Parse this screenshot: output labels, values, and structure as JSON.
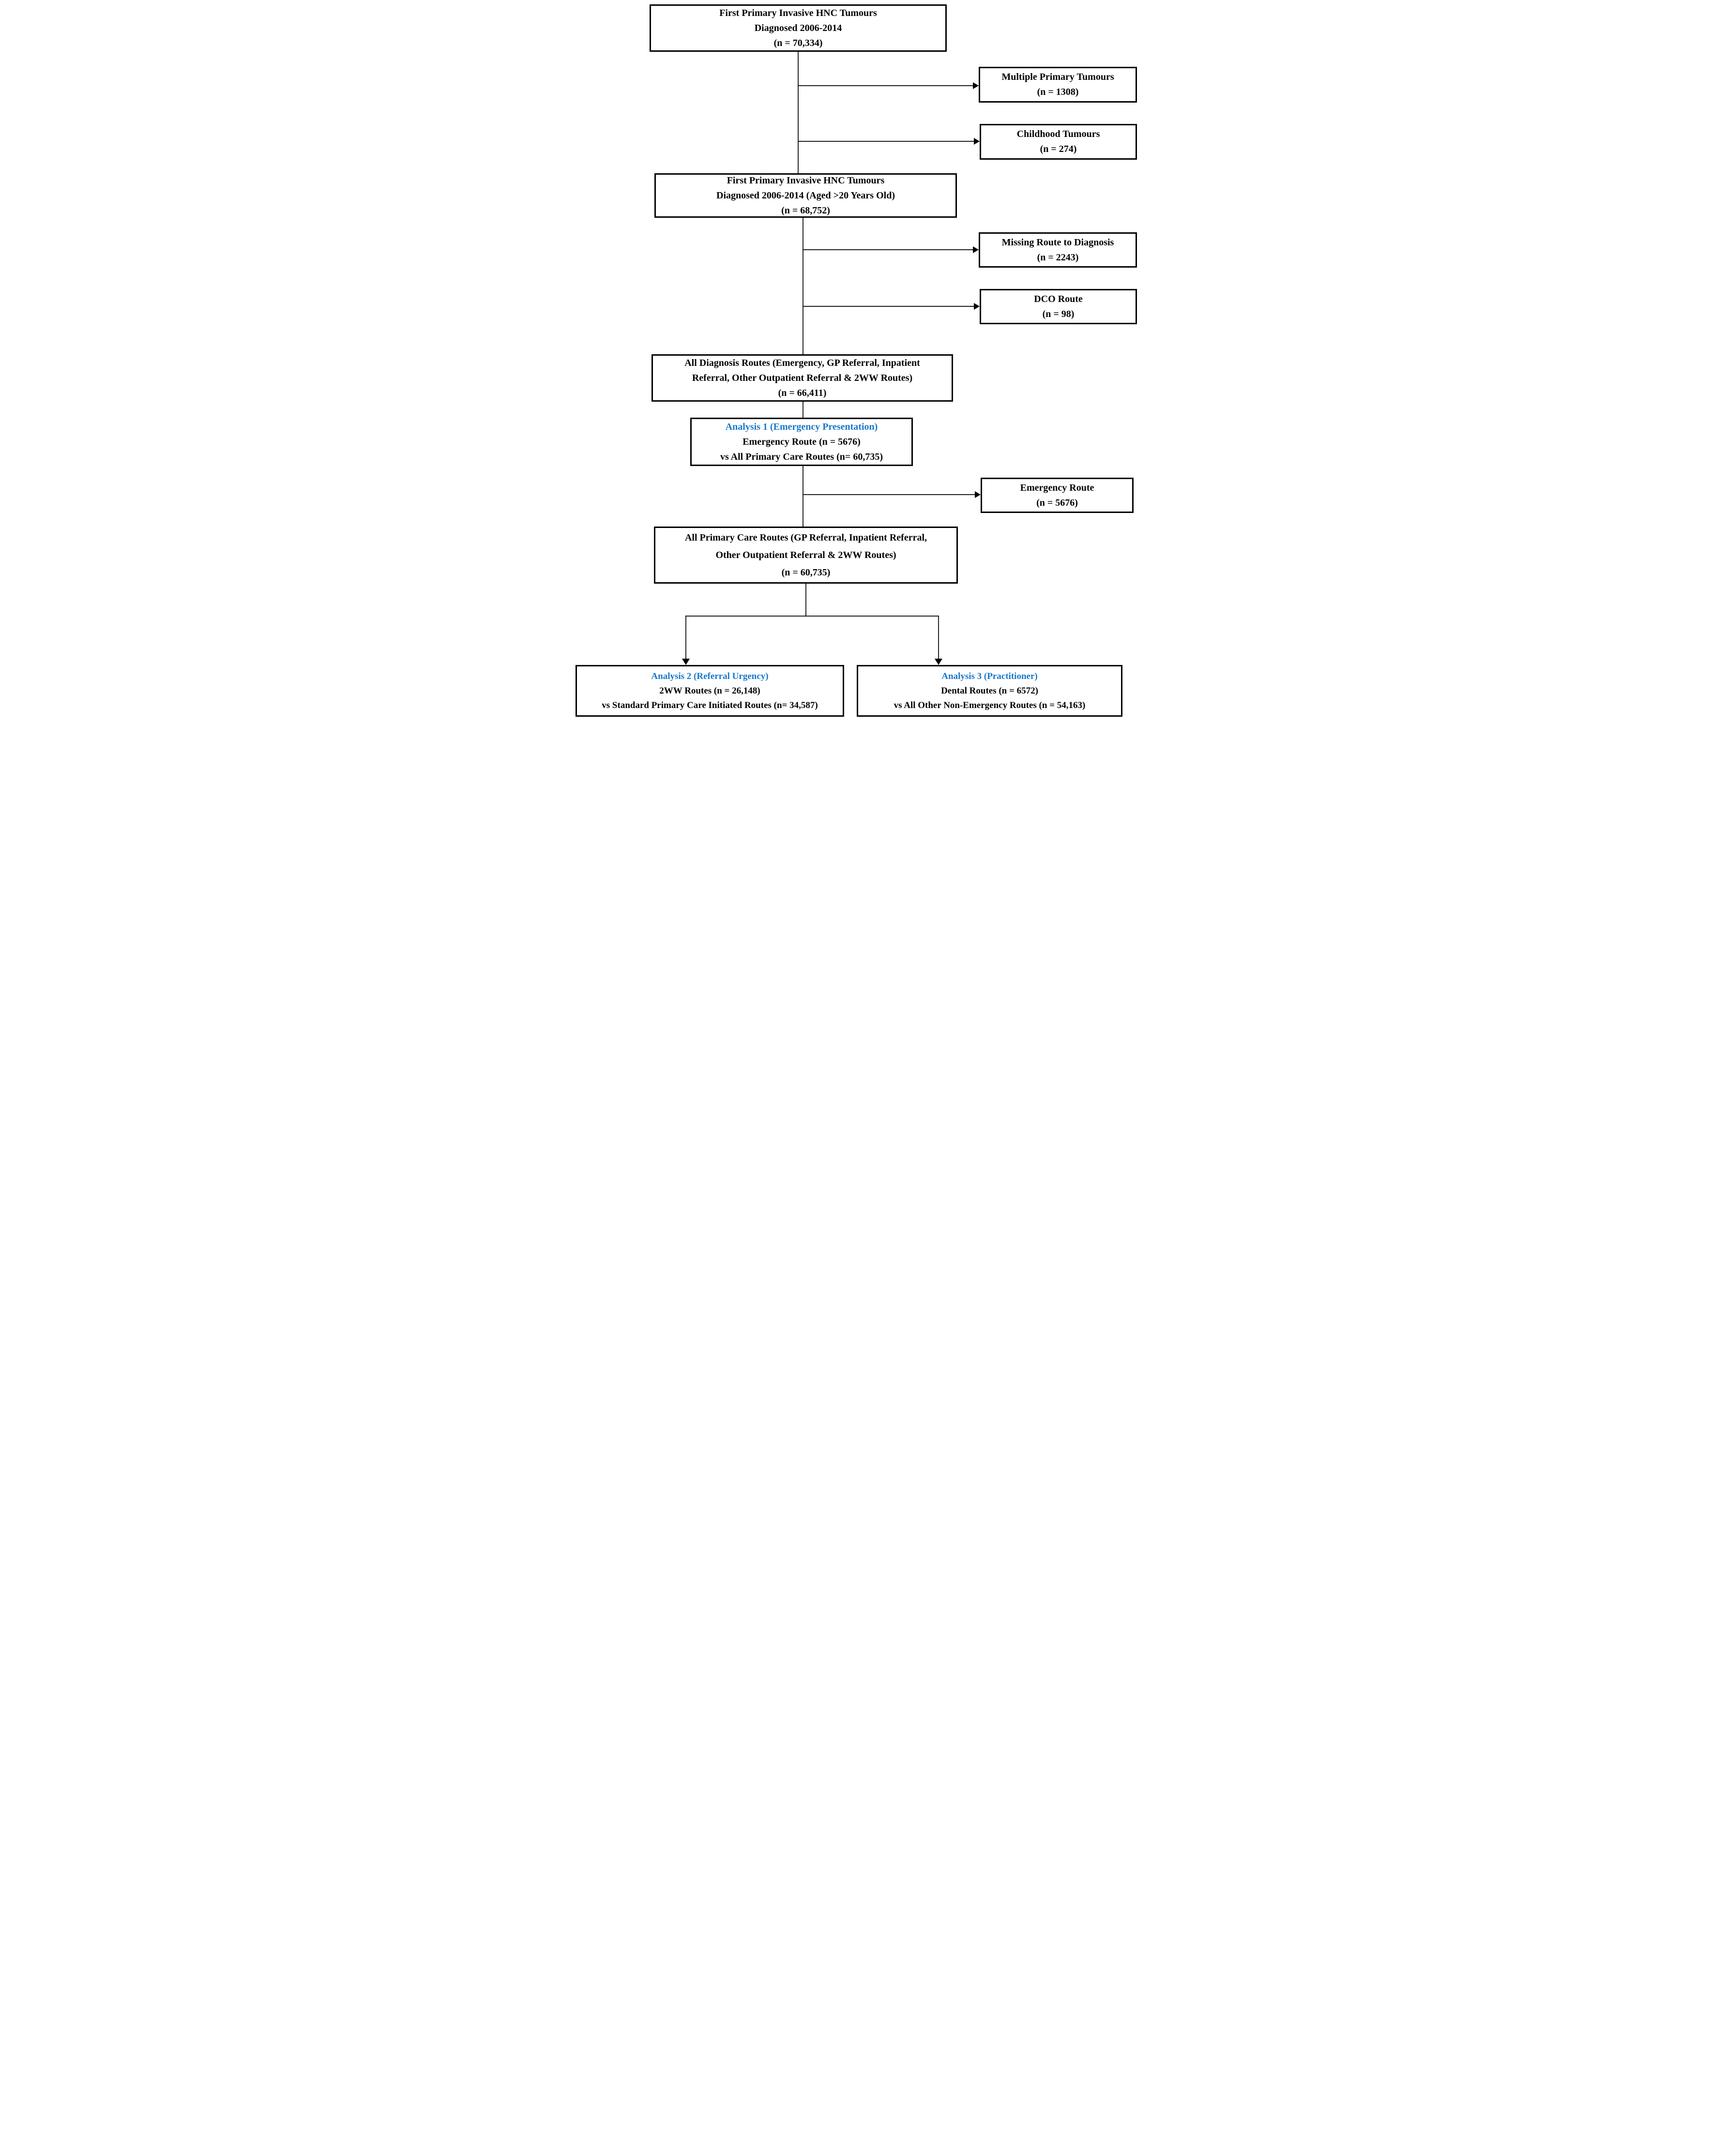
{
  "colors": {
    "accent": "#1777C8",
    "line": "#000000",
    "background": "#FFFFFF"
  },
  "boxes": {
    "first_primary": {
      "lines": [
        "First Primary Invasive HNC Tumours",
        "Diagnosed 2006-2014",
        "(n = 70,334)"
      ]
    },
    "multiple_primary": {
      "lines": [
        "Multiple Primary Tumours",
        "(n = 1308)"
      ]
    },
    "childhood": {
      "lines": [
        "Childhood Tumours",
        "(n = 274)"
      ]
    },
    "first_primary_aged": {
      "lines": [
        "First Primary Invasive HNC Tumours",
        "Diagnosed 2006-2014 (Aged >20 Years Old)",
        "(n = 68,752)"
      ]
    },
    "missing_route": {
      "lines": [
        "Missing Route to Diagnosis",
        "(n = 2243)"
      ]
    },
    "dco_route": {
      "lines": [
        "DCO Route",
        "(n = 98)"
      ]
    },
    "all_diagnosis_routes": {
      "lines": [
        "All Diagnosis Routes (Emergency, GP Referral, Inpatient",
        "Referral, Other Outpatient Referral & 2WW Routes)",
        "(n = 66,411)"
      ]
    },
    "analysis1": {
      "title": "Analysis 1 (Emergency Presentation)",
      "lines": [
        "Emergency Route (n = 5676)",
        "vs All Primary Care Routes (n= 60,735)"
      ]
    },
    "emergency_route": {
      "lines": [
        "Emergency Route",
        "(n = 5676)"
      ]
    },
    "all_primary_care_routes": {
      "lines": [
        "All Primary Care Routes (GP Referral, Inpatient Referral,",
        "Other Outpatient Referral & 2WW Routes)",
        "(n = 60,735)"
      ]
    },
    "analysis2": {
      "title": "Analysis 2 (Referral Urgency)",
      "lines": [
        "2WW Routes (n = 26,148)",
        "vs Standard Primary Care Initiated Routes (n= 34,587)"
      ]
    },
    "analysis3": {
      "title": "Analysis 3 (Practitioner)",
      "lines": [
        "Dental Routes (n = 6572)",
        "vs All Other Non-Emergency Routes (n = 54,163)"
      ]
    }
  }
}
